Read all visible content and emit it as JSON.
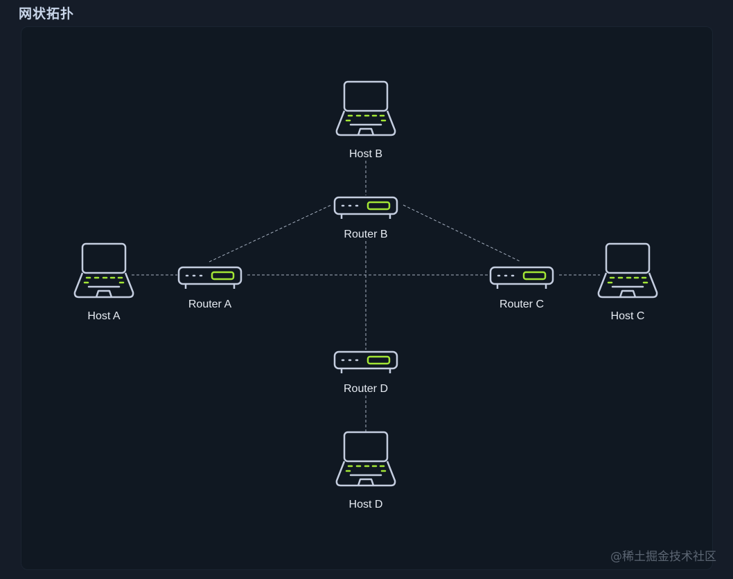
{
  "title": "网状拓扑",
  "watermark": "@稀土掘金技术社区",
  "colors": {
    "icon_stroke": "#c5cee0",
    "accent": "#a3e635",
    "link": "#a6b0c0"
  },
  "nodes": {
    "host_a": {
      "label": "Host A",
      "icon": "laptop-icon"
    },
    "host_b": {
      "label": "Host B",
      "icon": "laptop-icon"
    },
    "host_c": {
      "label": "Host C",
      "icon": "laptop-icon"
    },
    "host_d": {
      "label": "Host D",
      "icon": "laptop-icon"
    },
    "router_a": {
      "label": "Router A",
      "icon": "router-icon"
    },
    "router_b": {
      "label": "Router B",
      "icon": "router-icon"
    },
    "router_c": {
      "label": "Router C",
      "icon": "router-icon"
    },
    "router_d": {
      "label": "Router D",
      "icon": "router-icon"
    }
  },
  "links": [
    [
      "host_a",
      "router_a"
    ],
    [
      "host_b",
      "router_b"
    ],
    [
      "host_c",
      "router_c"
    ],
    [
      "host_d",
      "router_d"
    ],
    [
      "router_a",
      "router_b"
    ],
    [
      "router_b",
      "router_c"
    ],
    [
      "router_a",
      "router_c"
    ],
    [
      "router_b",
      "router_d"
    ]
  ]
}
